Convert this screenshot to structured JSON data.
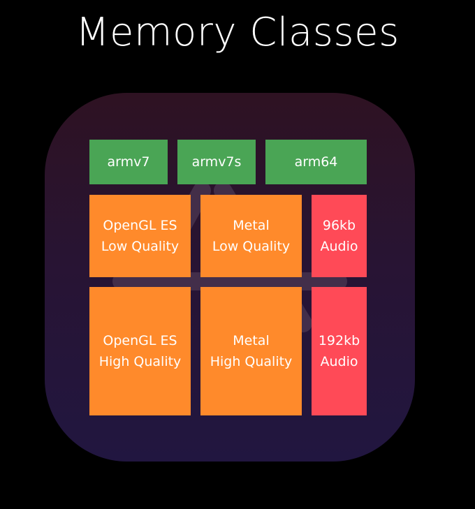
{
  "title": "Memory Classes",
  "colors": {
    "architecture": "#4aa555",
    "graphics": "#ff8a2b",
    "audio": "#ff4a57",
    "background": "#000000"
  },
  "architectures": [
    "armv7",
    "armv7s",
    "arm64"
  ],
  "graphics": {
    "opengl_low": [
      "OpenGL ES",
      "Low Quality"
    ],
    "metal_low": [
      "Metal",
      "Low Quality"
    ],
    "opengl_high": [
      "OpenGL ES",
      "High Quality"
    ],
    "metal_high": [
      "Metal",
      "High Quality"
    ]
  },
  "audio": {
    "low": [
      "96kb",
      "Audio"
    ],
    "high": [
      "192kb",
      "Audio"
    ]
  }
}
